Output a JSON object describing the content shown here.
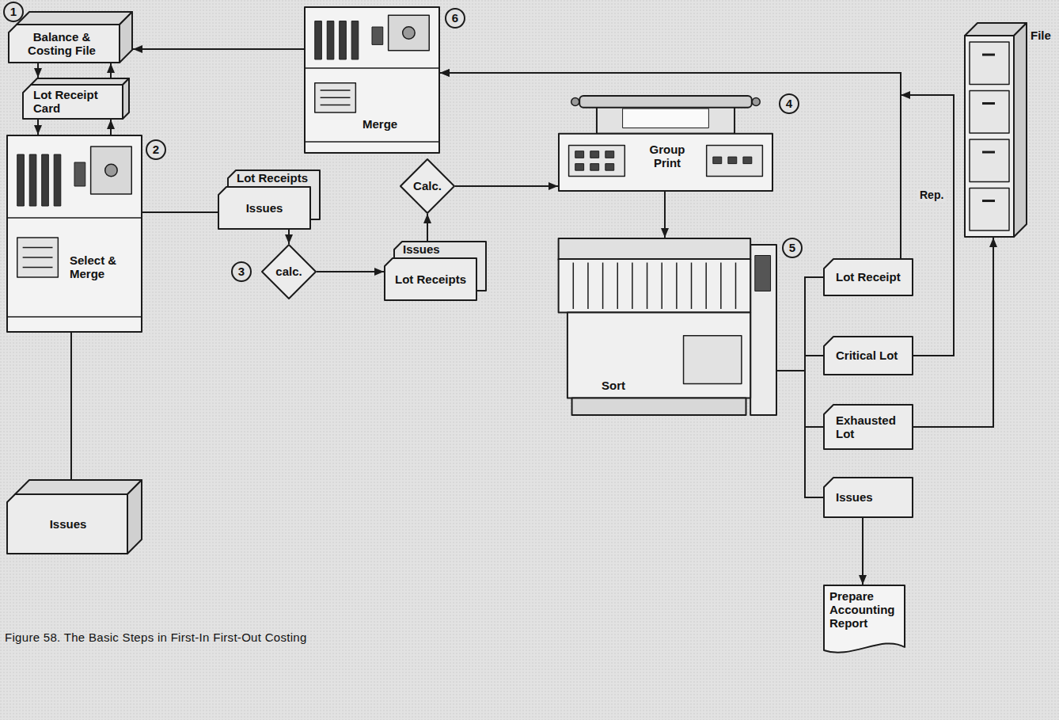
{
  "diagram": {
    "caption": "Figure 58. The Basic Steps in First-In First-Out Costing",
    "nodes": [
      {
        "text": [
          "Balance & Costing File"
        ]
      },
      {
        "text": [
          "Lot Receipt Card"
        ]
      },
      {
        "text": [
          "Select & Merge"
        ]
      },
      {
        "text": [
          "Lot Receipts",
          "Issues"
        ]
      },
      {
        "text": [
          "Issues"
        ]
      },
      {
        "text": [
          "calc."
        ]
      },
      {
        "text": [
          "Issues",
          "Lot Receipts"
        ]
      },
      {
        "text": [
          "Calc."
        ]
      },
      {
        "text": [
          "Group Print"
        ]
      },
      {
        "text": [
          "Sort"
        ]
      },
      {
        "text": [
          "Merge"
        ]
      },
      {
        "text": [
          "Lot Receipt"
        ]
      },
      {
        "text": [
          "Critical Lot"
        ]
      },
      {
        "text": [
          "Exhausted Lot"
        ]
      },
      {
        "text": [
          "Issues"
        ]
      },
      {
        "text": [
          "File"
        ]
      },
      {
        "text": [
          "Prepare Accounting Report"
        ]
      }
    ],
    "edges": [
      {
        "from": 0,
        "to": 1,
        "arrow": "to"
      },
      {
        "from": 1,
        "to": 0,
        "arrow": "to"
      },
      {
        "from": 1,
        "to": 2,
        "arrow": "to"
      },
      {
        "from": 2,
        "to": 1,
        "arrow": "to"
      },
      {
        "from": 2,
        "to": 3,
        "arrow": "none"
      },
      {
        "from": 4,
        "to": 2,
        "arrow": "none"
      },
      {
        "from": 3,
        "to": 5,
        "arrow": "to"
      },
      {
        "from": 5,
        "to": 6,
        "arrow": "to"
      },
      {
        "from": 6,
        "to": 7,
        "arrow": "to"
      },
      {
        "from": 7,
        "to": 8,
        "arrow": "to"
      },
      {
        "from": 8,
        "to": 9,
        "arrow": "to"
      },
      {
        "from": 9,
        "to": 11,
        "arrow": "none"
      },
      {
        "from": 9,
        "to": 12,
        "arrow": "none"
      },
      {
        "from": 9,
        "to": 13,
        "arrow": "none"
      },
      {
        "from": 9,
        "to": 14,
        "arrow": "none"
      },
      {
        "from": 11,
        "to": 10,
        "arrow": "to"
      },
      {
        "from": 12,
        "to": 10,
        "label": "Rep.",
        "arrow": "to"
      },
      {
        "from": 13,
        "to": 15,
        "arrow": "to"
      },
      {
        "from": 14,
        "to": 16,
        "arrow": "to"
      },
      {
        "from": 10,
        "to": 0,
        "arrow": "to"
      }
    ],
    "labels": [
      "1",
      "2",
      "3",
      "4",
      "5",
      "6"
    ]
  }
}
